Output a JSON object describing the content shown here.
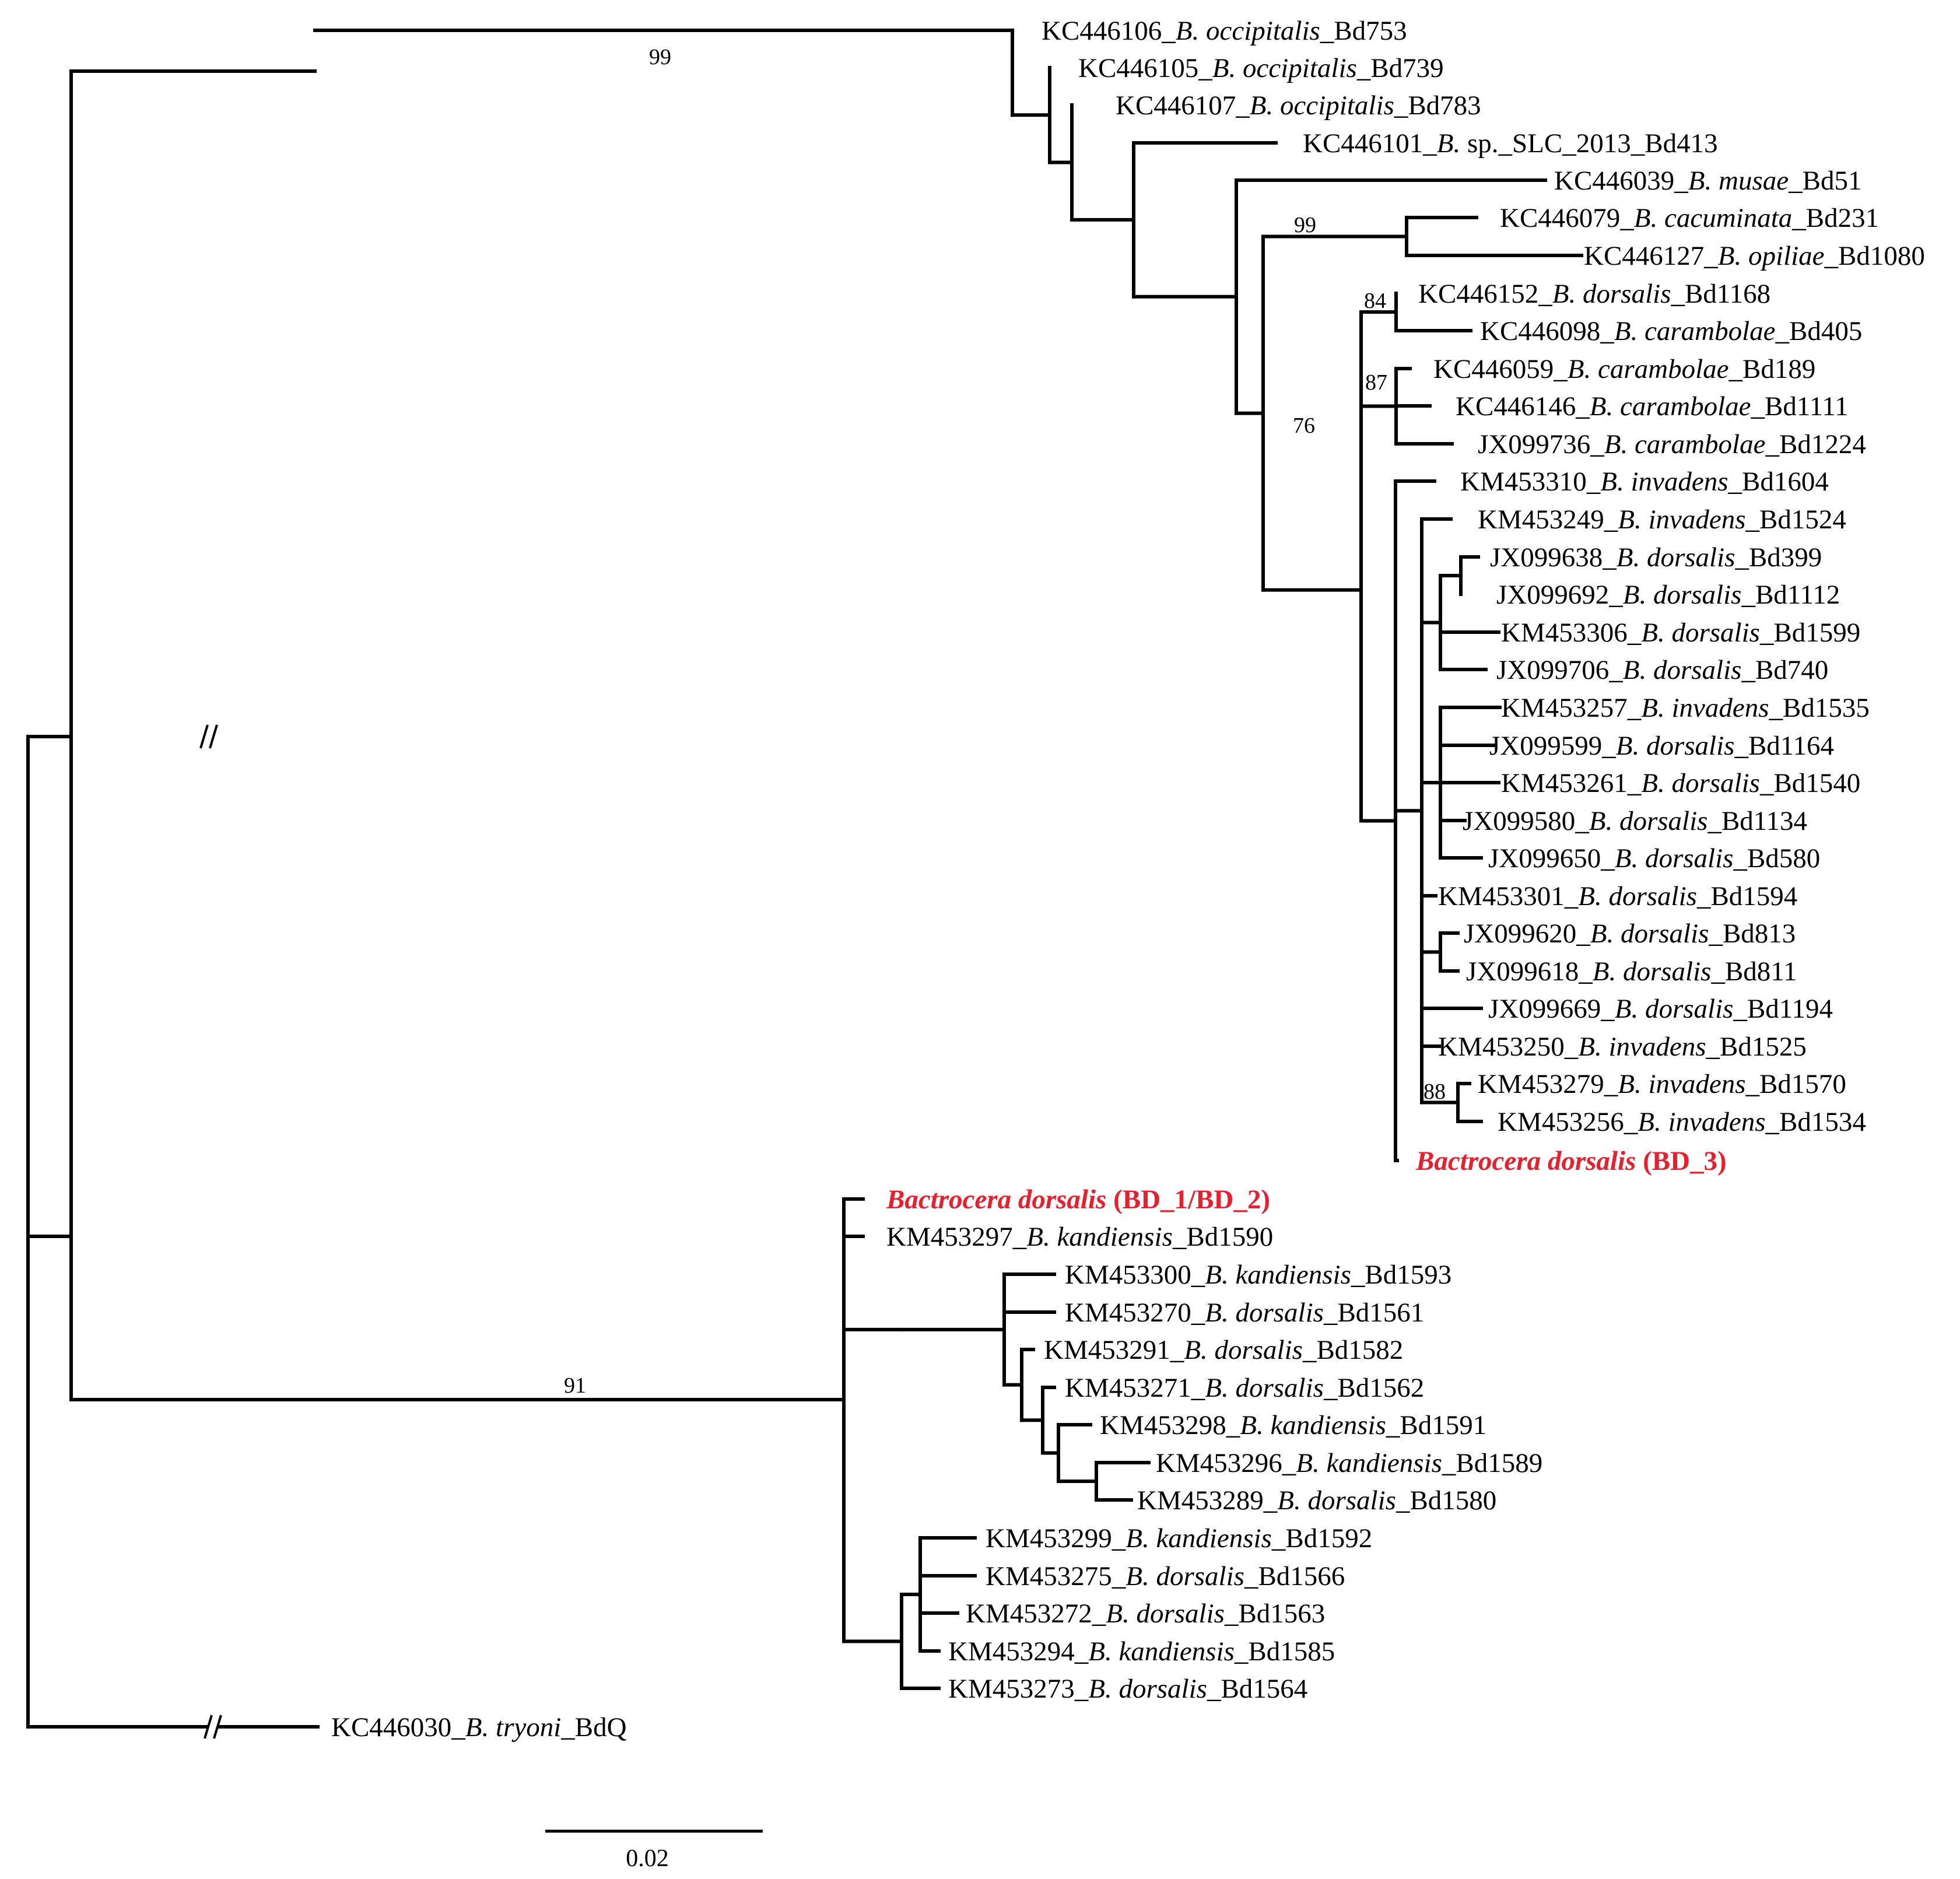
{
  "colors": {
    "line": "#000000",
    "highlight": "#e8202e"
  },
  "tips": [
    {
      "id": "t1",
      "acc": "KC446106",
      "sp": "B. occipitalis",
      "code": "Bd753"
    },
    {
      "id": "t2",
      "acc": "KC446105",
      "sp": "B. occipitalis",
      "code": "Bd739"
    },
    {
      "id": "t3",
      "acc": "KC446107",
      "sp": "B. occipitalis",
      "code": "Bd783"
    },
    {
      "id": "t4",
      "acc": "KC446101",
      "sp": "B.",
      "plain": " sp._SLC_2013",
      "code": "Bd413"
    },
    {
      "id": "t5",
      "acc": "KC446039",
      "sp": "B. musae",
      "code": "Bd51"
    },
    {
      "id": "t6",
      "acc": "KC446079",
      "sp": "B. cacuminata",
      "code": "Bd231"
    },
    {
      "id": "t7",
      "acc": "KC446127",
      "sp": "B. opiliae",
      "code": "Bd1080"
    },
    {
      "id": "t8",
      "acc": "KC446152",
      "sp": "B. dorsalis",
      "code": "Bd1168"
    },
    {
      "id": "t9",
      "acc": "KC446098",
      "sp": "B. carambolae",
      "code": "Bd405"
    },
    {
      "id": "t10",
      "acc": "KC446059",
      "sp": "B. carambolae",
      "code": "Bd189"
    },
    {
      "id": "t11",
      "acc": "KC446146",
      "sp": "B. carambolae",
      "code": "Bd1111"
    },
    {
      "id": "t12",
      "acc": "JX099736",
      "sp": "B. carambolae",
      "code": "Bd1224"
    },
    {
      "id": "t13",
      "acc": "KM453310",
      "sp": "B. invadens",
      "code": "Bd1604"
    },
    {
      "id": "t14",
      "acc": "KM453249",
      "sp": "B. invadens",
      "code": "Bd1524"
    },
    {
      "id": "t15",
      "acc": "JX099638",
      "sp": "B. dorsalis",
      "code": "Bd399"
    },
    {
      "id": "t16",
      "acc": "JX099692",
      "sp": "B. dorsalis",
      "code": "Bd1112"
    },
    {
      "id": "t17",
      "acc": "KM453306",
      "sp": "B. dorsalis",
      "code": "Bd1599"
    },
    {
      "id": "t18",
      "acc": "JX099706",
      "sp": "B. dorsalis",
      "code": "Bd740"
    },
    {
      "id": "t19",
      "acc": "KM453257",
      "sp": "B. invadens",
      "code": "Bd1535"
    },
    {
      "id": "t20",
      "acc": "JX099599",
      "sp": "B. dorsalis",
      "code": "Bd1164"
    },
    {
      "id": "t21",
      "acc": "KM453261",
      "sp": "B. dorsalis",
      "code": "Bd1540"
    },
    {
      "id": "t22",
      "acc": "JX099580",
      "sp": "B. dorsalis",
      "code": "Bd1134"
    },
    {
      "id": "t23",
      "acc": "JX099650",
      "sp": "B. dorsalis",
      "code": "Bd580"
    },
    {
      "id": "t24",
      "acc": "KM453301",
      "sp": "B. dorsalis",
      "code": "Bd1594"
    },
    {
      "id": "t25",
      "acc": "JX099620",
      "sp": "B. dorsalis",
      "code": "Bd813"
    },
    {
      "id": "t26",
      "acc": "JX099618",
      "sp": "B. dorsalis",
      "code": "Bd811"
    },
    {
      "id": "t27",
      "acc": "JX099669",
      "sp": "B. dorsalis",
      "code": "Bd1194"
    },
    {
      "id": "t28",
      "acc": "KM453250",
      "sp": "B. invadens",
      "code": "Bd1525"
    },
    {
      "id": "t29",
      "acc": "KM453279",
      "sp": "B. invadens",
      "code": "Bd1570"
    },
    {
      "id": "t30",
      "acc": "KM453256",
      "sp": "B. invadens",
      "code": "Bd1534"
    },
    {
      "id": "t31",
      "highlight": true,
      "sp": "Bactrocera dorsalis",
      "suffix": " (BD_3)"
    },
    {
      "id": "t32",
      "highlight": true,
      "sp": "Bactrocera dorsalis",
      "suffix": " (BD_1/BD_2)"
    },
    {
      "id": "t33",
      "acc": "KM453297",
      "sp": "B. kandiensis",
      "code": "Bd1590"
    },
    {
      "id": "t34",
      "acc": "KM453300",
      "sp": "B. kandiensis",
      "code": "Bd1593"
    },
    {
      "id": "t35",
      "acc": "KM453270",
      "sp": "B. dorsalis",
      "code": "Bd1561"
    },
    {
      "id": "t36",
      "acc": "KM453291",
      "sp": "B. dorsalis",
      "code": "Bd1582"
    },
    {
      "id": "t37",
      "acc": "KM453271",
      "sp": "B. dorsalis",
      "code": "Bd1562"
    },
    {
      "id": "t38",
      "acc": "KM453298",
      "sp": "B. kandiensis",
      "code": "Bd1591"
    },
    {
      "id": "t39",
      "acc": "KM453296",
      "sp": "B. kandiensis",
      "code": "Bd1589"
    },
    {
      "id": "t40",
      "acc": "KM453289",
      "sp": "B. dorsalis",
      "code": "Bd1580"
    },
    {
      "id": "t41",
      "acc": "KM453299",
      "sp": "B. kandiensis",
      "code": "Bd1592"
    },
    {
      "id": "t42",
      "acc": "KM453275",
      "sp": "B. dorsalis",
      "code": "Bd1566"
    },
    {
      "id": "t43",
      "acc": "KM453272",
      "sp": "B. dorsalis",
      "code": "Bd1563"
    },
    {
      "id": "t44",
      "acc": "KM453294",
      "sp": "B. kandiensis",
      "code": "Bd1585"
    },
    {
      "id": "t45",
      "acc": "KM453273",
      "sp": "B. dorsalis",
      "code": "Bd1564"
    },
    {
      "id": "t46",
      "acc": "KC446030",
      "sp": "B. tryoni",
      "code": "BdQ"
    }
  ],
  "supports": [
    {
      "id": "s1",
      "value": "99"
    },
    {
      "id": "s2",
      "value": "99"
    },
    {
      "id": "s3",
      "value": "84"
    },
    {
      "id": "s4",
      "value": "87"
    },
    {
      "id": "s5",
      "value": "76"
    },
    {
      "id": "s6",
      "value": "88"
    },
    {
      "id": "s7",
      "value": "91"
    }
  ],
  "scale_bar": {
    "label": "0.02"
  }
}
